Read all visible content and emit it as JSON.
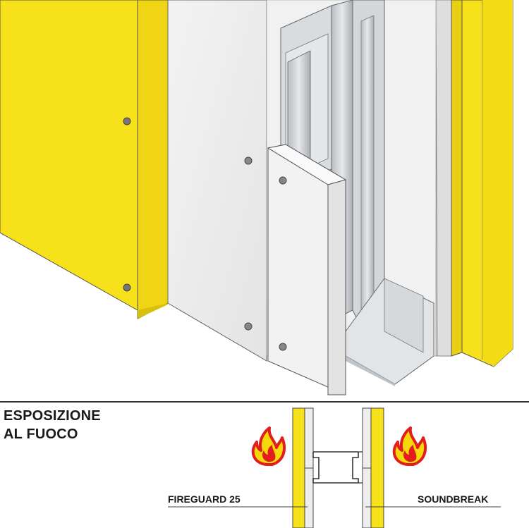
{
  "legend": {
    "title_line1": "ESPOSIZIONE",
    "title_line2": "AL FUOCO",
    "left_board_label": "FIREGUARD 25",
    "right_board_label": "SOUNDBREAK"
  },
  "colors": {
    "yellow_board": "#f7e11a",
    "yellow_edge": "#e2c810",
    "white_board": "#eeeeee",
    "steel": "#c9cdd1",
    "flame_red": "#e11d1d",
    "flame_yellow": "#f5d90a",
    "ink": "#333333"
  },
  "icons": [
    "flame-icon",
    "screw-icon"
  ]
}
